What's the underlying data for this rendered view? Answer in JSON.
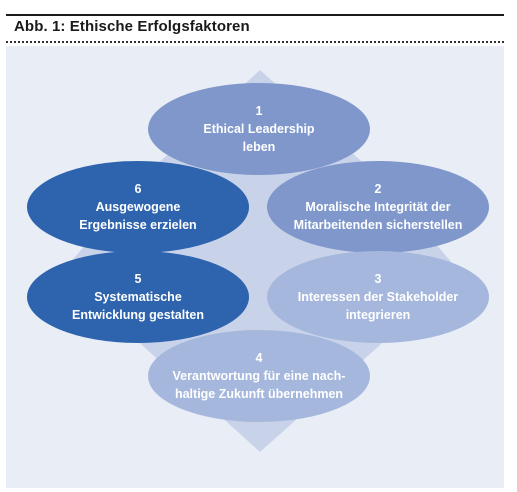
{
  "figure": {
    "title": "Abb. 1: Ethische Erfolgsfaktoren"
  },
  "nodes": [
    {
      "number": "1",
      "line1": "Ethical Leadership",
      "line2": "leben",
      "color": "#7f97cb"
    },
    {
      "number": "2",
      "line1": "Moralische Integrität der",
      "line2": "Mitarbeitenden sicherstellen",
      "color": "#7f97cb"
    },
    {
      "number": "3",
      "line1": "Interessen der Stakeholder",
      "line2": "integrieren",
      "color": "#a5b7dc"
    },
    {
      "number": "4",
      "line1": "Verantwortung für eine nach-",
      "line2": "haltige Zukunft übernehmen",
      "color": "#a5b7dc"
    },
    {
      "number": "5",
      "line1": "Systematische",
      "line2": "Entwicklung gestalten",
      "color": "#2e63ae"
    },
    {
      "number": "6",
      "line1": "Ausgewogene",
      "line2": "Ergebnisse erzielen",
      "color": "#2e63ae"
    }
  ],
  "colors": {
    "panel": "#e8edf6",
    "diamond": "#c8d3ea"
  }
}
